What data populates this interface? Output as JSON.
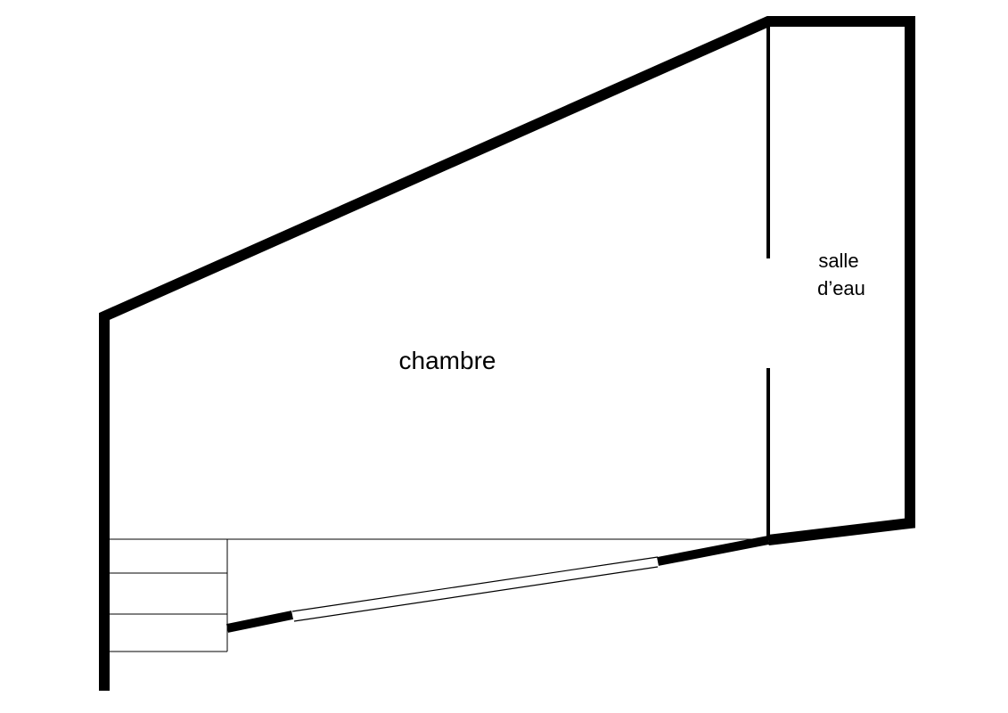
{
  "plan": {
    "rooms": [
      {
        "id": "chambre",
        "label": "chambre"
      },
      {
        "id": "salle-deau",
        "label_lines": [
          "salle",
          "d’eau"
        ]
      }
    ],
    "colors": {
      "wall": "#000000",
      "background": "#ffffff"
    }
  }
}
